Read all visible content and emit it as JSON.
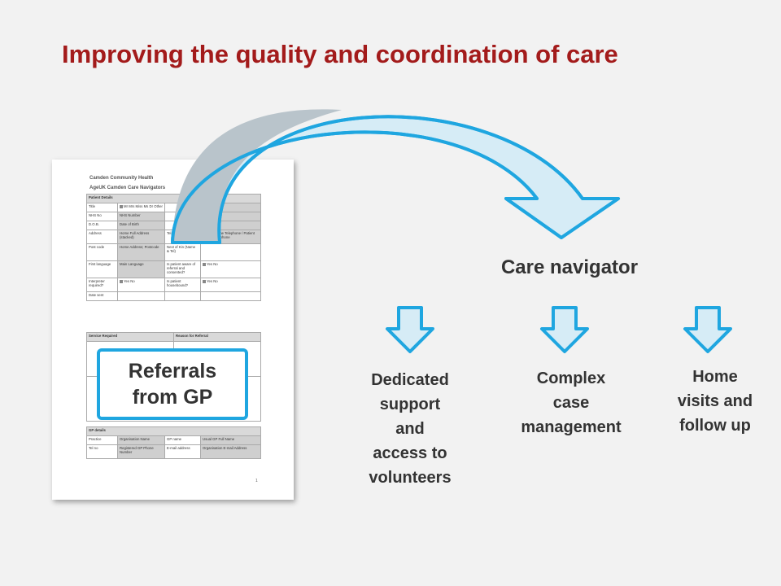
{
  "title": "Improving the quality and coordination of care",
  "document": {
    "org": "Camden Community Health",
    "subtitle": "AgeUK Camden Care Navigators",
    "patient_section": {
      "header": "Patient Details",
      "rows": [
        [
          "Title",
          "Mr  Mrs  Miss  Ms  Dr  Other",
          "",
          "Surname"
        ],
        [
          "NHS No",
          "NHS Number",
          "",
          "Given Name"
        ],
        [
          "D.O.B.",
          "Date of Birth",
          "",
          "Gender"
        ],
        [
          "Address",
          "Home Full Address (stacked)",
          "Tel no.",
          "Patient Home Telephone / Patient Mobile Telephone"
        ],
        [
          "Post code",
          "Home Address; Postcode",
          "Next of Kin (Name & Tel)",
          ""
        ],
        [
          "First language",
          "Main Language",
          "Is patient aware of referral and consented?",
          "Yes  No"
        ],
        [
          "Interpreter required?",
          "Yes  No",
          "Is patient housebound?",
          "Yes  No"
        ],
        [
          "Date sent",
          "",
          "",
          ""
        ]
      ]
    },
    "service_section": {
      "headers": [
        "Service Required",
        "Reason for Referral"
      ]
    },
    "gp_section": {
      "header": "GP details",
      "rows": [
        [
          "Practice",
          "Organisation Name",
          "GP name",
          "Usual GP Full Name"
        ],
        [
          "Tel no",
          "Registered GP Phone Number",
          "E-mail address",
          "Organisation E-mail Address"
        ]
      ]
    },
    "page_number": "1"
  },
  "callout": {
    "text": "Referrals\nfrom GP"
  },
  "navigator": {
    "label": "Care navigator"
  },
  "steps": [
    {
      "label": "Dedicated\nsupport\nand\naccess to\nvolunteers",
      "icon": "down-arrow-icon"
    },
    {
      "label": "Complex\ncase\nmanagement",
      "icon": "down-arrow-icon"
    },
    {
      "label": "Home\nvisits and\nfollow up",
      "icon": "down-arrow-icon"
    }
  ],
  "colors": {
    "title": "#a31b1b",
    "accent_blue": "#1fa6e0",
    "arrow_fill_light": "#d6ecf6",
    "arrow_fill_grey": "#b9c4cb",
    "text": "#333333"
  }
}
